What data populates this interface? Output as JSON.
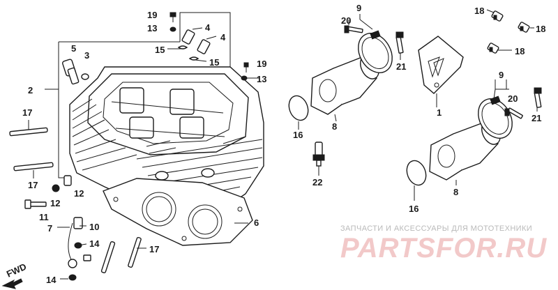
{
  "diagram": {
    "labels": {
      "p1": "1",
      "p2": "2",
      "p3": "3",
      "p4a": "4",
      "p4b": "4",
      "p5": "5",
      "p6": "6",
      "p7": "7",
      "p8a": "8",
      "p8b": "8",
      "p9a": "9",
      "p9b": "9",
      "p10": "10",
      "p11": "11",
      "p12a": "12",
      "p12b": "12",
      "p13a": "13",
      "p13b": "13",
      "p14a": "14",
      "p14b": "14",
      "p15a": "15",
      "p15b": "15",
      "p16a": "16",
      "p16b": "16",
      "p17a": "17",
      "p17b": "17",
      "p17c": "17",
      "p18a": "18",
      "p18b": "18",
      "p18c": "18",
      "p19a": "19",
      "p19b": "19",
      "p20a": "20",
      "p20b": "20",
      "p21a": "21",
      "p21b": "21",
      "p22": "22"
    },
    "fwd_label": "FWD"
  },
  "watermark": {
    "caption": "ЗАПЧАСТИ И АКСЕССУАРЫ ДЛЯ МОТОТЕХНИКИ",
    "logo": "PARTSFOR.RU"
  }
}
